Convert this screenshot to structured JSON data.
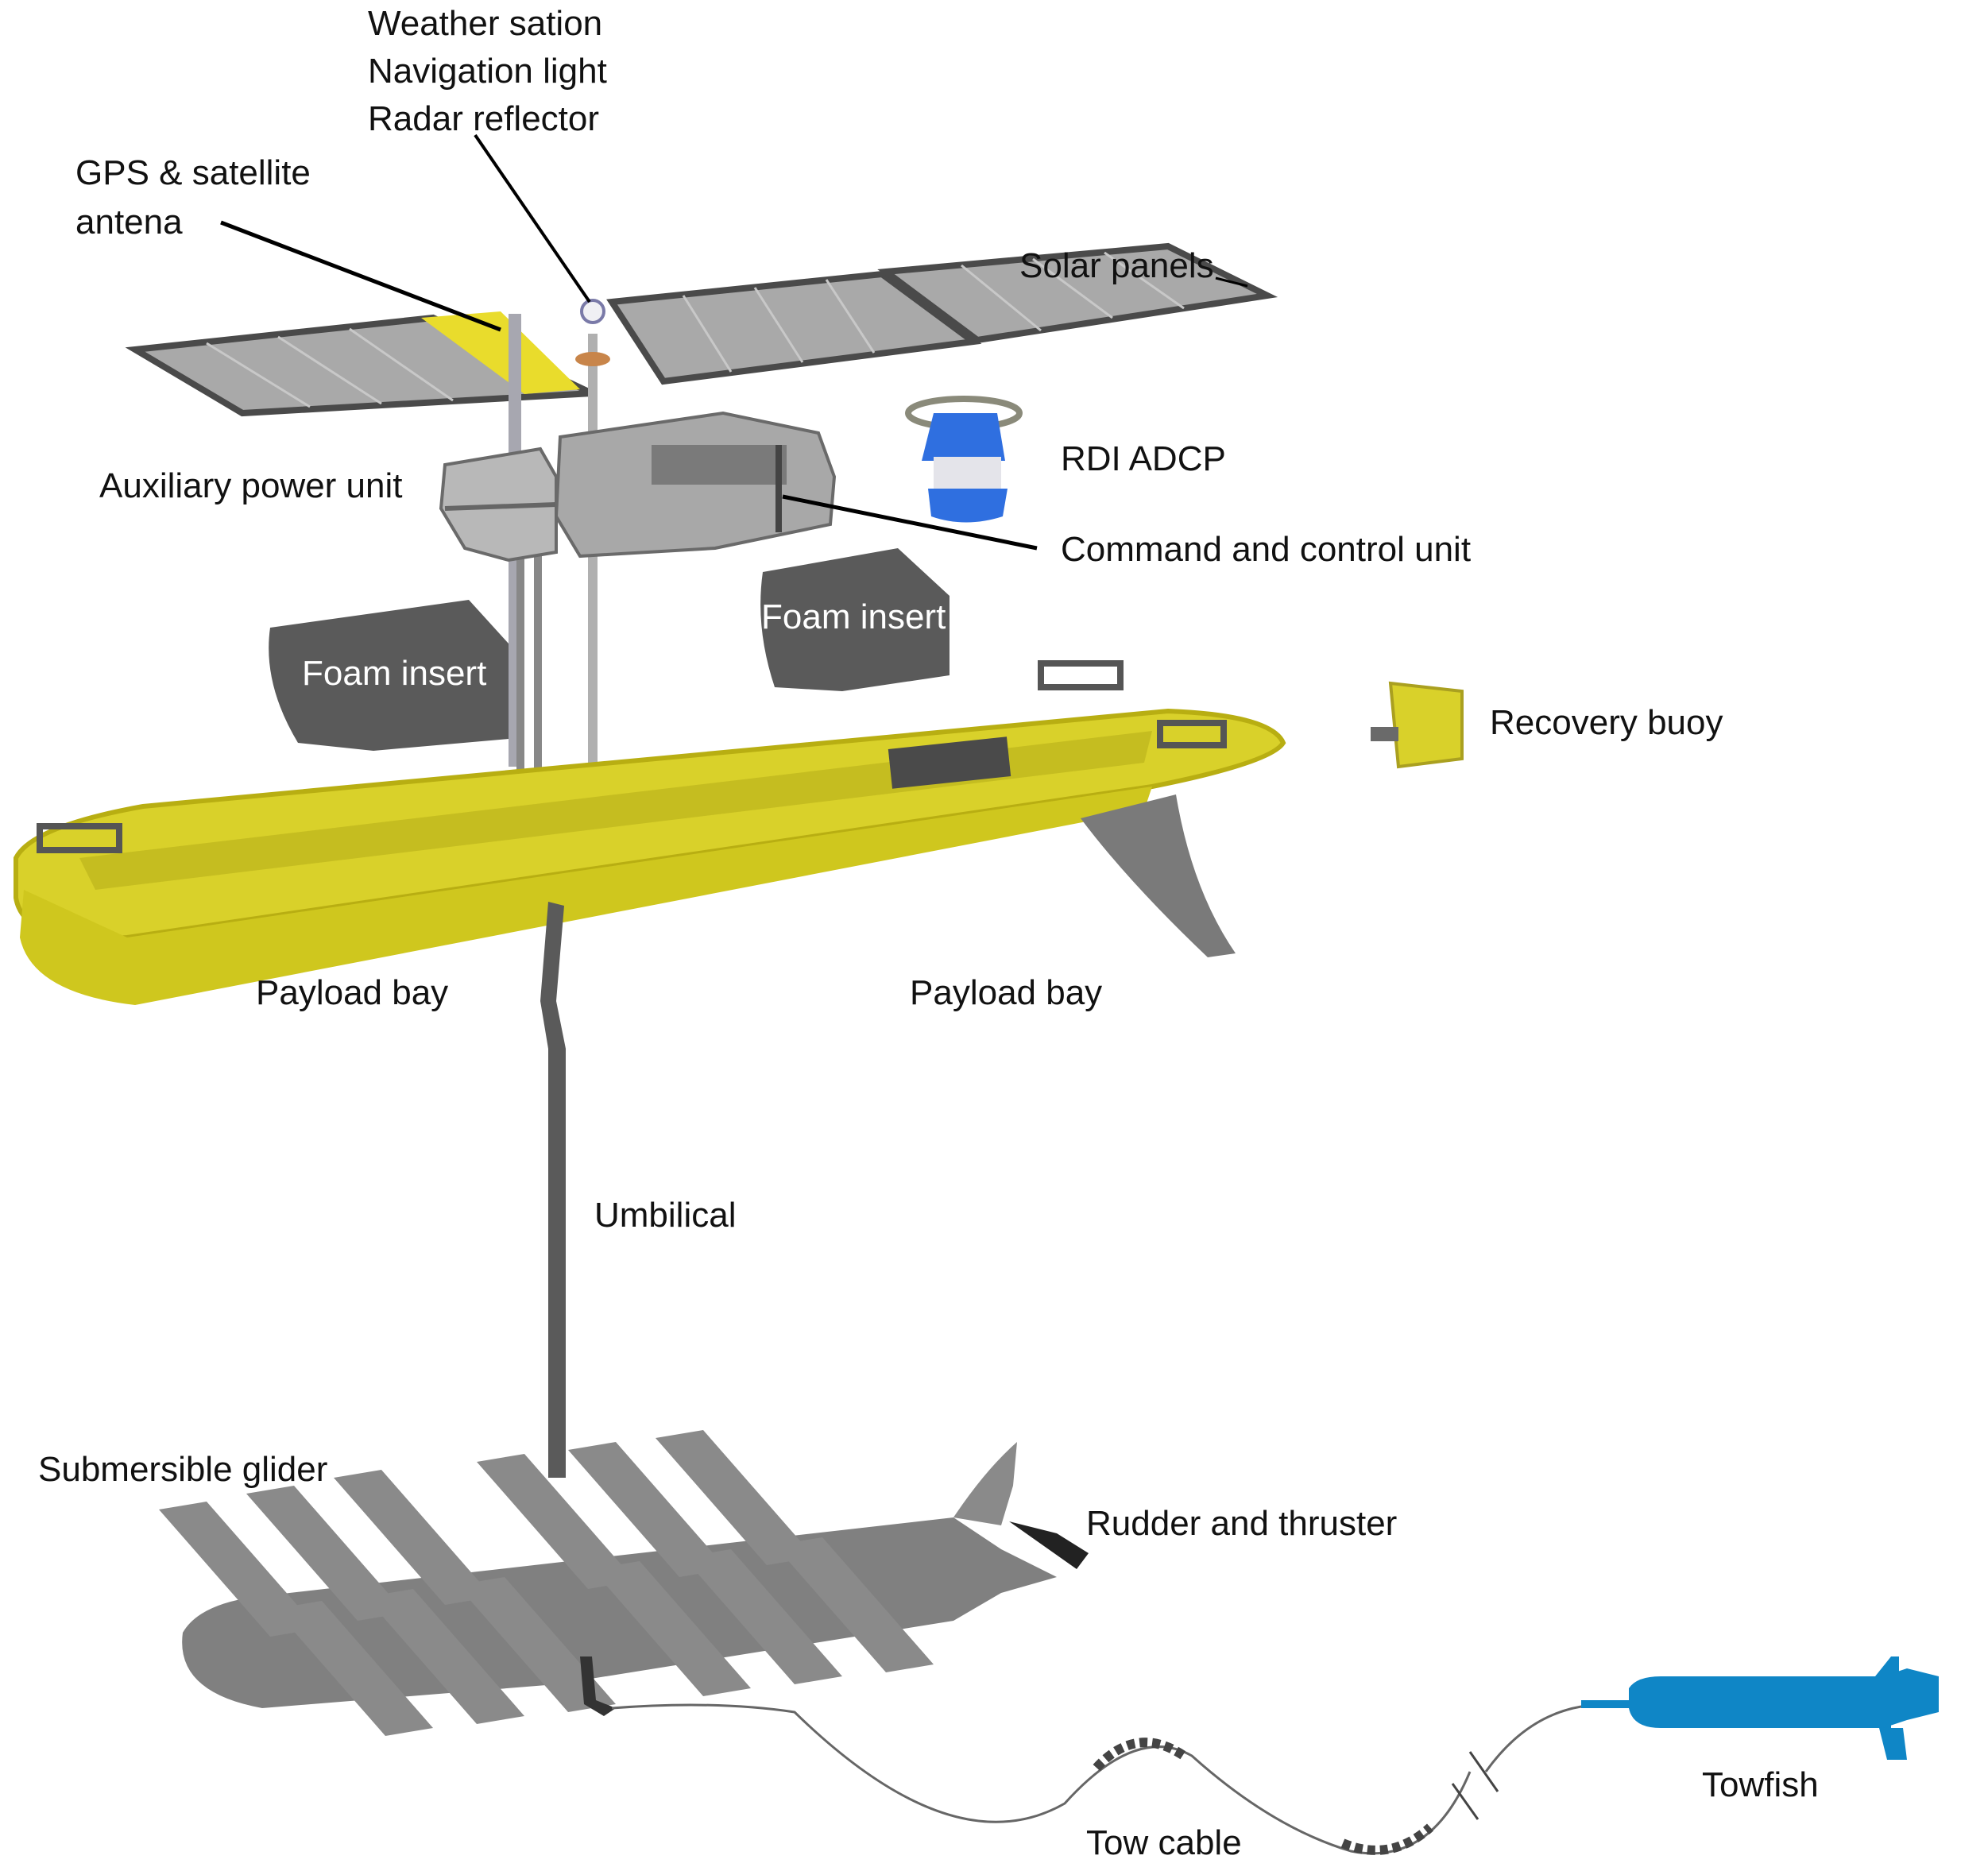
{
  "diagram": {
    "type": "exploded-view",
    "subject": "Wave glider unmanned surface vehicle with towfish",
    "colors": {
      "hull": "#d9d12a",
      "hull_dark": "#b8ae12",
      "solar_panel": "#a9a9a9",
      "panel_edge": "#4a4a4a",
      "gps_patch": "#e9dc2c",
      "foam": "#5a5a5a",
      "unit_gray": "#9a9a9a",
      "glider_gray": "#888888",
      "adcp_blue": "#2f6fe0",
      "towfish_blue": "#0f86c6",
      "leader": "#000000",
      "cable": "#666666"
    },
    "labels": {
      "weather_station": "Weather sation",
      "navigation_light": "Navigation light",
      "radar_reflector": "Radar reflector",
      "gps_line1": "GPS & satellite",
      "gps_line2": "antena",
      "solar_panels": "Solar panels",
      "rdi_adcp": "RDI ADCP",
      "auxiliary_power_unit": "Auxiliary power unit",
      "command_control_unit": "Command and control unit",
      "foam_insert_left": "Foam insert",
      "foam_insert_right": "Foam insert",
      "recovery_buoy": "Recovery buoy",
      "payload_bay_left": "Payload bay",
      "payload_bay_right": "Payload bay",
      "umbilical": "Umbilical",
      "submersible_glider": "Submersible glider",
      "rudder_thruster": "Rudder and thruster",
      "towfish": "Towfish",
      "tow_cable": "Tow cable"
    }
  }
}
